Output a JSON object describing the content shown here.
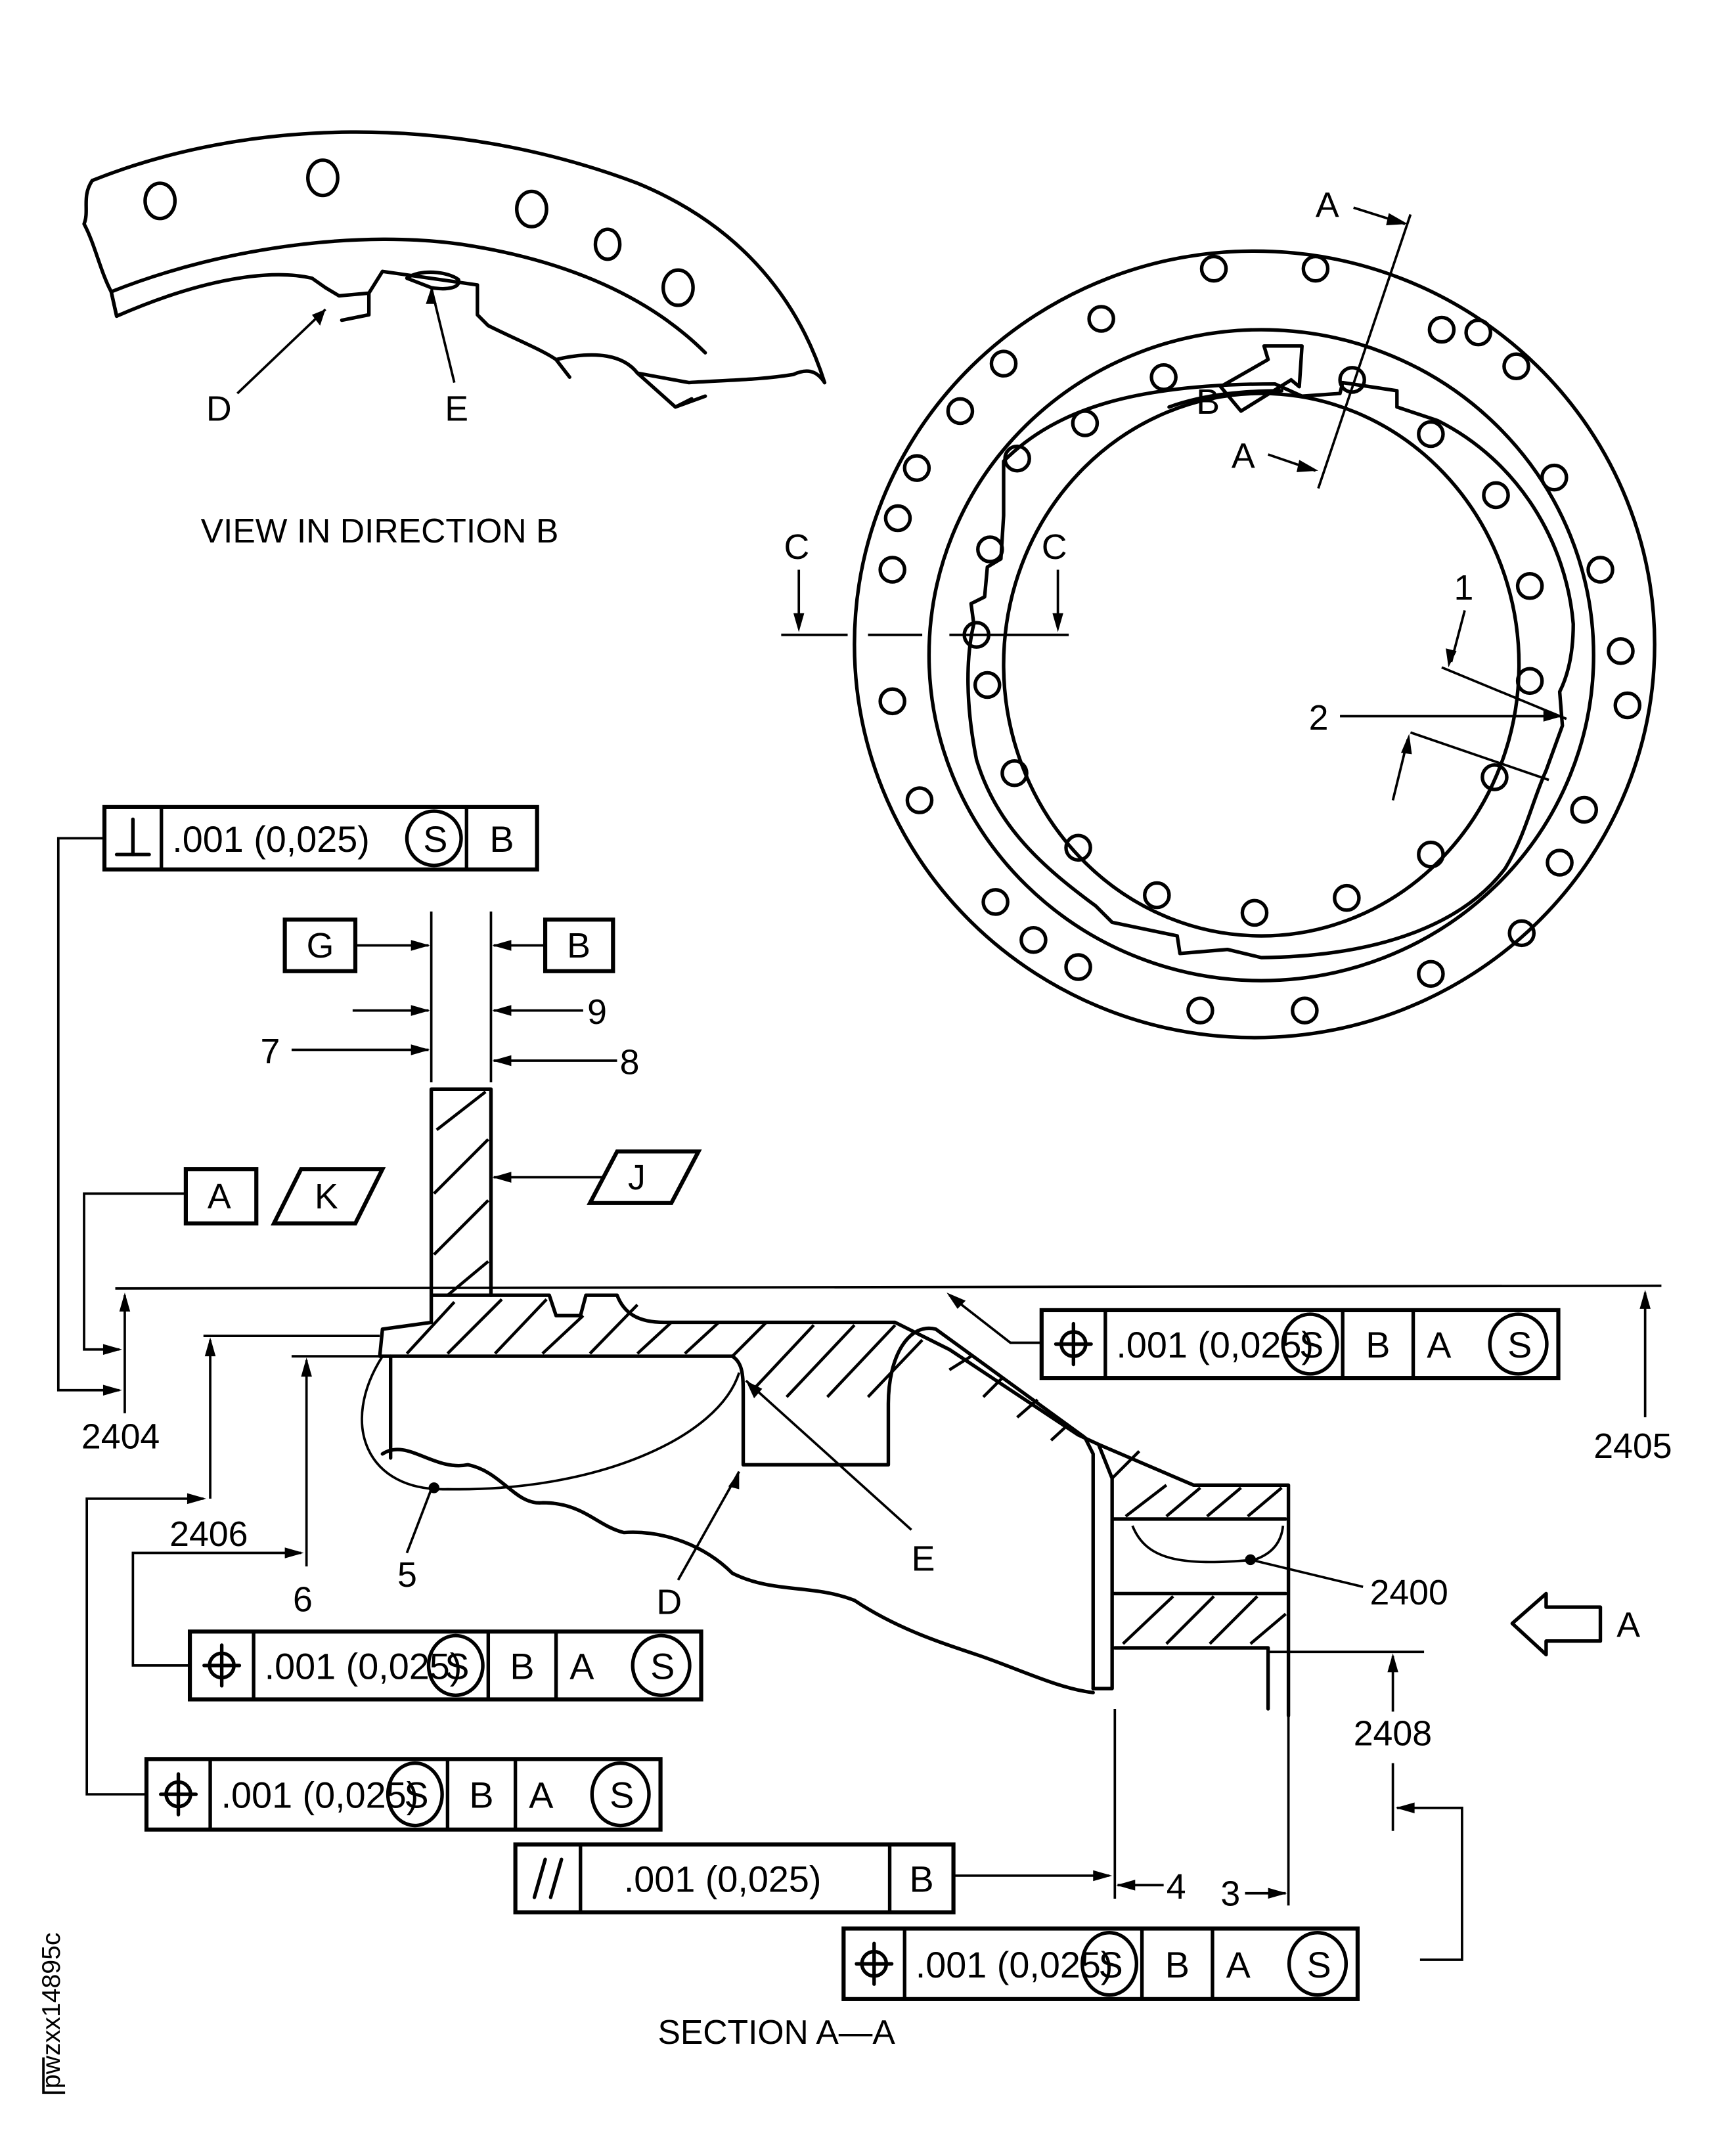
{
  "figure_id": "pwzxx14895c",
  "views": {
    "view_b": {
      "title": "VIEW IN DIRECTION B",
      "labels": [
        "D",
        "E"
      ]
    },
    "plan_view": {
      "section_labels": [
        "A",
        "A"
      ],
      "view_direction_label": "B",
      "cut_labels": [
        "C",
        "C"
      ],
      "callouts": [
        "1",
        "2"
      ]
    },
    "section_a_a": {
      "title": "SECTION A—A",
      "datum_labels": {
        "g": "G",
        "b": "B",
        "a": "A"
      },
      "flag_labels": {
        "k": "K",
        "j": "J"
      },
      "view_arrow_label": "A",
      "callouts": [
        "3",
        "4",
        "5",
        "6",
        "7",
        "8",
        "9",
        "D",
        "E"
      ],
      "reference_numbers": [
        "2400",
        "2404",
        "2405",
        "2406",
        "2408"
      ]
    }
  },
  "feature_control_frames": [
    {
      "id": "perpendicularity",
      "symbol": "perpendicularity-icon",
      "symbol_glyph": "⊥",
      "tolerance": ".001 (0,025)",
      "modifier": "S",
      "datums": [
        "B"
      ],
      "datum_modifiers": [
        ""
      ]
    },
    {
      "id": "position-2405",
      "symbol": "position-icon",
      "tolerance": ".001 (0,025)",
      "modifier": "S",
      "datums": [
        "B",
        "A"
      ],
      "datum_modifiers": [
        "",
        "S"
      ]
    },
    {
      "id": "position-6",
      "symbol": "position-icon",
      "tolerance": ".001 (0,025)",
      "modifier": "S",
      "datums": [
        "B",
        "A"
      ],
      "datum_modifiers": [
        "",
        "S"
      ]
    },
    {
      "id": "position-2406",
      "symbol": "position-icon",
      "tolerance": ".001 (0,025)",
      "modifier": "S",
      "datums": [
        "B",
        "A"
      ],
      "datum_modifiers": [
        "",
        "S"
      ]
    },
    {
      "id": "parallelism",
      "symbol": "parallelism-icon",
      "symbol_glyph": "//",
      "tolerance": ".001 (0,025)",
      "modifier": "",
      "datums": [
        "B"
      ],
      "datum_modifiers": [
        ""
      ]
    },
    {
      "id": "position-2408",
      "symbol": "position-icon",
      "tolerance": ".001 (0,025)",
      "modifier": "S",
      "datums": [
        "B",
        "A"
      ],
      "datum_modifiers": [
        "",
        "S"
      ]
    }
  ]
}
